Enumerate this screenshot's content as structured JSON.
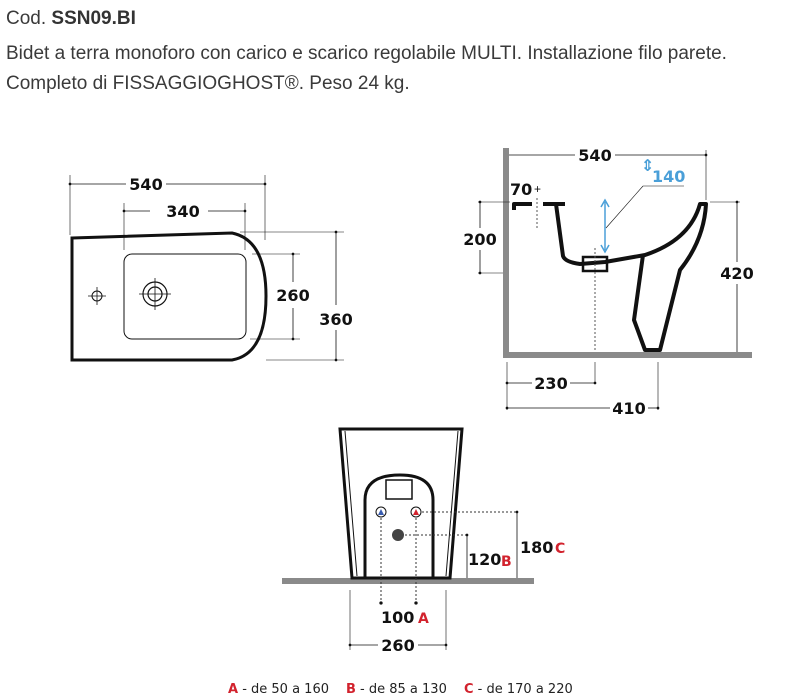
{
  "header": {
    "code_prefix": "Cod.",
    "code": "SSN09.BI",
    "line1": "Bidet a terra monoforo con carico e scarico regolabile MULTI. Installazione filo parete.",
    "line2": "Completo di FISSAGGIOGHOST®. Peso 24 kg."
  },
  "top_view": {
    "width": "540",
    "basin_width": "340",
    "basin_depth": "260",
    "depth": "360"
  },
  "side_view": {
    "depth": "540",
    "tap_offset": "70",
    "basin_height": "140",
    "connection_height": "200",
    "height": "420",
    "drain_distance": "230",
    "base_distance": "410"
  },
  "front_view": {
    "supply_spacing": "100",
    "supply_spacing_key": "A",
    "drain_height": "120",
    "drain_height_key": "B",
    "supply_height": "180",
    "supply_height_key": "C",
    "base_width": "260"
  },
  "legend": [
    {
      "key": "A",
      "text": " - de 50 a 160"
    },
    {
      "key": "B",
      "text": " - de 85 a 130"
    },
    {
      "key": "C",
      "text": " - de 170 a 220"
    }
  ],
  "colors": {
    "accent_red": "#d2222d",
    "accent_blue": "#4a9fd8",
    "floor": "#8a8a8a"
  }
}
